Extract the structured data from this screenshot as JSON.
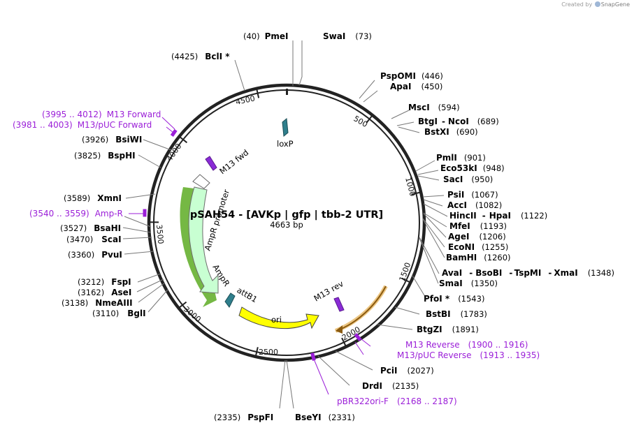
{
  "credit": {
    "prefix": "Created by",
    "brand": "SnapGene"
  },
  "plasmid": {
    "name": "pSAH54 - [AVKp | gfp | tbb-2 UTR]",
    "length_label": "4663 bp"
  },
  "ticks": [
    "500",
    "1000",
    "1500",
    "2000",
    "2500",
    "3000",
    "3500",
    "4000",
    "4500"
  ],
  "enzymes": [
    {
      "pos": "(40)",
      "name": "PmeI"
    },
    {
      "name": "SwaI",
      "pos": "(73)"
    },
    {
      "name": "PspOMI",
      "pos": "(446)"
    },
    {
      "name": "ApaI",
      "pos": "(450)"
    },
    {
      "name": "MscI",
      "pos": "(594)"
    },
    {
      "name": "BtgI",
      "sep": "-",
      "name2": "NcoI",
      "pos": "(689)"
    },
    {
      "name": "BstXI",
      "pos": "(690)"
    },
    {
      "name": "PmlI",
      "pos": "(901)"
    },
    {
      "name": "Eco53kI",
      "pos": "(948)"
    },
    {
      "name": "SacI",
      "pos": "(950)"
    },
    {
      "name": "PsiI",
      "pos": "(1067)"
    },
    {
      "name": "AccI",
      "pos": "(1082)"
    },
    {
      "name": "HincII",
      "sep": "-",
      "name2": "HpaI",
      "pos": "(1122)"
    },
    {
      "name": "MfeI",
      "pos": "(1193)"
    },
    {
      "name": "AgeI",
      "pos": "(1206)"
    },
    {
      "name": "EcoNI",
      "pos": "(1255)"
    },
    {
      "name": "BamHI",
      "pos": "(1260)"
    },
    {
      "name": "AvaI",
      "sep": "-",
      "name2": "BsoBI",
      "sep2": "-",
      "name3": "TspMI",
      "sep3": "-",
      "name4": "XmaI",
      "pos": "(1348)"
    },
    {
      "name": "SmaI",
      "pos": "(1350)"
    },
    {
      "name": "PfoI *",
      "pos": "(1543)"
    },
    {
      "name": "BstBI",
      "pos": "(1783)"
    },
    {
      "name": "BtgZI",
      "pos": "(1891)"
    },
    {
      "name": "PciI",
      "pos": "(2027)"
    },
    {
      "name": "DrdI",
      "pos": "(2135)"
    },
    {
      "name": "BseYI",
      "pos": "(2331)"
    },
    {
      "pos": "(2335)",
      "name": "PspFI"
    },
    {
      "pos": "(3110)",
      "name": "BglI"
    },
    {
      "pos": "(3138)",
      "name": "NmeAIII"
    },
    {
      "pos": "(3162)",
      "name": "AseI"
    },
    {
      "pos": "(3212)",
      "name": "FspI"
    },
    {
      "pos": "(3360)",
      "name": "PvuI"
    },
    {
      "pos": "(3470)",
      "name": "ScaI"
    },
    {
      "pos": "(3527)",
      "name": "BsaHI"
    },
    {
      "pos": "(3589)",
      "name": "XmnI"
    },
    {
      "pos": "(3825)",
      "name": "BspHI"
    },
    {
      "pos": "(3926)",
      "name": "BsiWI"
    },
    {
      "pos": "(4425)",
      "name": "BclI *"
    }
  ],
  "primers": [
    {
      "range": "(3995 .. 4012)",
      "name": "M13 Forward"
    },
    {
      "range": "(3981 .. 4003)",
      "name": "M13/pUC Forward"
    },
    {
      "range": "(3540 .. 3559)",
      "name": "Amp-R"
    },
    {
      "name": "M13 Reverse",
      "range": "(1900 .. 1916)"
    },
    {
      "name": "M13/pUC Reverse",
      "range": "(1913 .. 1935)"
    },
    {
      "name": "pBR322ori-F",
      "range": "(2168 .. 2187)"
    }
  ],
  "features": {
    "loxP": "loxP",
    "m13fwd": "M13 fwd",
    "amp_promoter": "AmpR promoter",
    "ampr": "AmpR",
    "attb1": "attB1",
    "ori": "ori",
    "m13rev": "M13 rev"
  },
  "colors": {
    "ori": "#ffff00",
    "ampr": "#c8ffd2",
    "primer": "#9b1fd8",
    "loxp": "#2f7f8c",
    "highlight": "#e0a030",
    "green": "#66b030"
  }
}
